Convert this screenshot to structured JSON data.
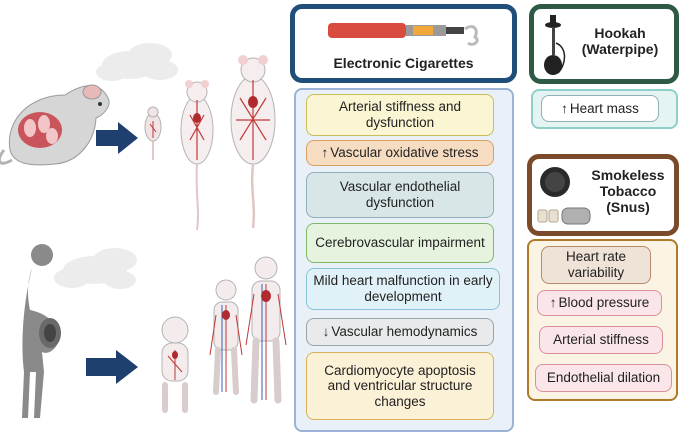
{
  "ecig": {
    "title": "Electronic Cigarettes",
    "effects": [
      {
        "text": "Arterial stiffness and dysfunction",
        "arrow": "",
        "fill": "#faf5d2",
        "border": "#cdbd5a"
      },
      {
        "text": "Vascular oxidative stress",
        "arrow": "up",
        "fill": "#f6dcc0",
        "border": "#d9a066"
      },
      {
        "text": "Vascular endothelial dysfunction",
        "arrow": "",
        "fill": "#d8e6e8",
        "border": "#8fb0b6"
      },
      {
        "text": "Cerebrovascular impairment",
        "arrow": "",
        "fill": "#e6f3de",
        "border": "#7db86a"
      },
      {
        "text": "Mild heart malfunction in early development",
        "arrow": "",
        "fill": "#e0f1f8",
        "border": "#89c3d9"
      },
      {
        "text": "Vascular hemodynamics",
        "arrow": "down",
        "fill": "#e8eaeb",
        "border": "#9aa3a8"
      },
      {
        "text": "Cardiomyocyte apoptosis and ventricular structure changes",
        "arrow": "",
        "fill": "#fbf1d6",
        "border": "#d9b25a"
      }
    ]
  },
  "hookah": {
    "title_line1": "Hookah",
    "title_line2": "(Waterpipe)",
    "effects": [
      {
        "text": "Heart mass",
        "arrow": "up"
      }
    ]
  },
  "smokeless": {
    "title_line1": "Smokeless",
    "title_line2": "Tobacco",
    "title_line3": "(Snus)",
    "effects": [
      {
        "text": "Heart rate variability",
        "arrow": "",
        "fill": "#efe2d6",
        "border": "#b98a6a"
      },
      {
        "text": "Blood pressure",
        "arrow": "up",
        "fill": "#fae6e8",
        "border": "#d9909a"
      },
      {
        "text": "Arterial stiffness",
        "arrow": "",
        "fill": "#fae6e8",
        "border": "#d9909a"
      },
      {
        "text": "Endothelial dilation",
        "arrow": "",
        "fill": "#fae6e8",
        "border": "#d9909a"
      }
    ]
  },
  "colors": {
    "ecig_border": "#1f4e79",
    "ecig_panel_border": "#9ab3d6",
    "ecig_panel_fill": "#eaf0f8",
    "hookah_border": "#2e5a45",
    "hookah_panel_border": "#8fcfc8",
    "hookah_panel_fill": "#e4f4f2",
    "snus_border": "#7a4a2a",
    "snus_panel_border": "#b07a2a",
    "snus_panel_fill": "#fbf3e3",
    "arrow_navy": "#1f3f6e"
  }
}
